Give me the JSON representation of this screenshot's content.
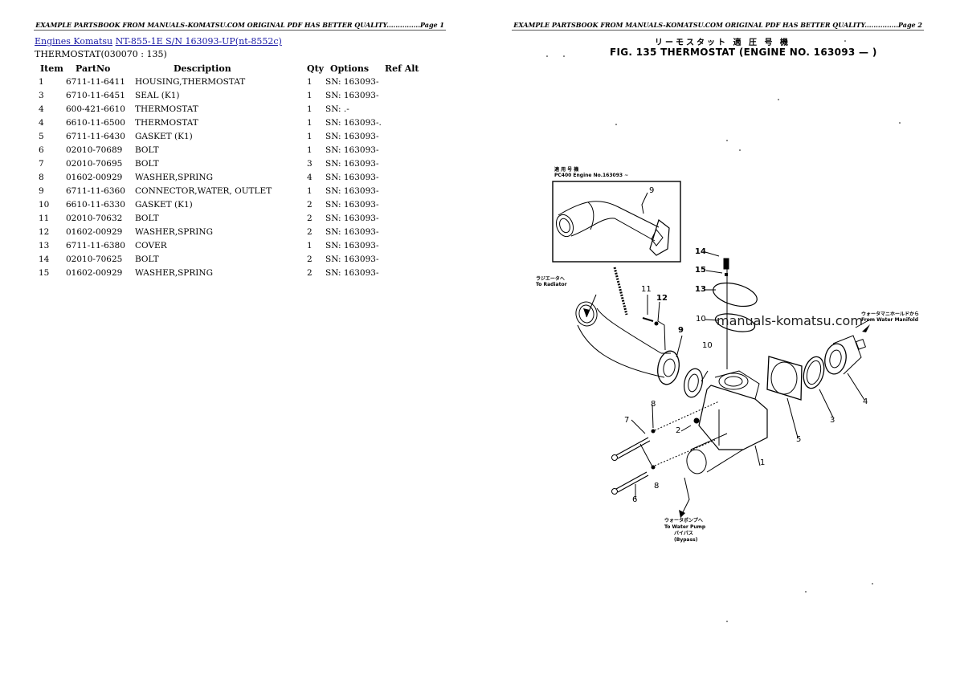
{
  "page1": {
    "header": "EXAMPLE PARTSBOOK FROM MANUALS-KOMATSU.COM ORIGINAL PDF HAS BETTER QUALITY...............Page 1",
    "breadcrumb": {
      "link1": "Engines Komatsu",
      "link2": "NT-855-1E  S/N  163093-UP(nt-8552c)"
    },
    "subtitle": "THERMOSTAT(030070 : 135)",
    "table": {
      "headers": [
        "Item",
        "PartNo",
        "Description",
        "Qty",
        "Options",
        "Ref Alt"
      ],
      "rows": [
        {
          "item": "1",
          "part": "6711-11-6411",
          "desc": "HOUSING,THERMOSTAT",
          "qty": "1",
          "opt": "SN: 163093-",
          "ref": ""
        },
        {
          "item": "3",
          "part": "6710-11-6451",
          "desc": "SEAL (K1)",
          "qty": "1",
          "opt": "SN: 163093-",
          "ref": ""
        },
        {
          "item": "4",
          "part": "600-421-6610",
          "desc": "THERMOSTAT",
          "qty": "1",
          "opt": "SN: .-",
          "ref": ""
        },
        {
          "item": "4",
          "part": "6610-11-6500",
          "desc": "THERMOSTAT",
          "qty": "1",
          "opt": "SN: 163093-.",
          "ref": ""
        },
        {
          "item": "5",
          "part": "6711-11-6430",
          "desc": "GASKET (K1)",
          "qty": "1",
          "opt": "SN: 163093-",
          "ref": ""
        },
        {
          "item": "6",
          "part": "02010-70689",
          "desc": "BOLT",
          "qty": "1",
          "opt": "SN: 163093-",
          "ref": ""
        },
        {
          "item": "7",
          "part": "02010-70695",
          "desc": "BOLT",
          "qty": "3",
          "opt": "SN: 163093-",
          "ref": ""
        },
        {
          "item": "8",
          "part": "01602-00929",
          "desc": "WASHER,SPRING",
          "qty": "4",
          "opt": "SN: 163093-",
          "ref": ""
        },
        {
          "item": "9",
          "part": "6711-11-6360",
          "desc": "CONNECTOR,WATER,  OUTLET",
          "qty": "1",
          "opt": "SN: 163093-",
          "ref": ""
        },
        {
          "item": "10",
          "part": "6610-11-6330",
          "desc": "GASKET (K1)",
          "qty": "2",
          "opt": "SN: 163093-",
          "ref": ""
        },
        {
          "item": "11",
          "part": "02010-70632",
          "desc": "BOLT",
          "qty": "2",
          "opt": "SN: 163093-",
          "ref": ""
        },
        {
          "item": "12",
          "part": "01602-00929",
          "desc": "WASHER,SPRING",
          "qty": "2",
          "opt": "SN: 163093-",
          "ref": ""
        },
        {
          "item": "13",
          "part": "6711-11-6380",
          "desc": "COVER",
          "qty": "1",
          "opt": "SN: 163093-",
          "ref": ""
        },
        {
          "item": "14",
          "part": "02010-70625",
          "desc": "BOLT",
          "qty": "2",
          "opt": "SN: 163093-",
          "ref": ""
        },
        {
          "item": "15",
          "part": "01602-00929",
          "desc": "WASHER,SPRING",
          "qty": "2",
          "opt": "SN: 163093-",
          "ref": ""
        }
      ]
    }
  },
  "page2": {
    "header": "EXAMPLE PARTSBOOK FROM MANUALS-KOMATSU.COM ORIGINAL PDF HAS BETTER QUALITY...............Page 2",
    "figure": {
      "title_jp": "リーモスタット 適 圧 号 機",
      "title": "FIG. 135  THERMOSTAT (ENGINE NO. 163093 —  )",
      "inset_jp": "適 用 号 機",
      "inset_label": "PC400 Engine No.163093 ~",
      "watermark": "manuals-komatsu.com",
      "annotations": {
        "to_radiator_jp": "ラジエータへ",
        "to_radiator": "To Radiator",
        "from_manifold_jp": "ウォータマニホールドから",
        "from_manifold": "From Water Manifold",
        "to_pump_jp": "ウォータポンプへ",
        "to_pump": "To Water Pump",
        "bypass_jp": "バイパス",
        "bypass": "(Bypass)"
      },
      "callouts": {
        "c1": "1",
        "c2": "2",
        "c3": "3",
        "c4": "4",
        "c5": "5",
        "c6": "6",
        "c7": "7",
        "c8a": "8",
        "c8b": "8",
        "c9a": "9",
        "c9b": "9",
        "c10a": "10",
        "c10b": "10",
        "c11": "11",
        "c12": "12",
        "c13": "13",
        "c14": "14",
        "c15": "15"
      }
    }
  }
}
